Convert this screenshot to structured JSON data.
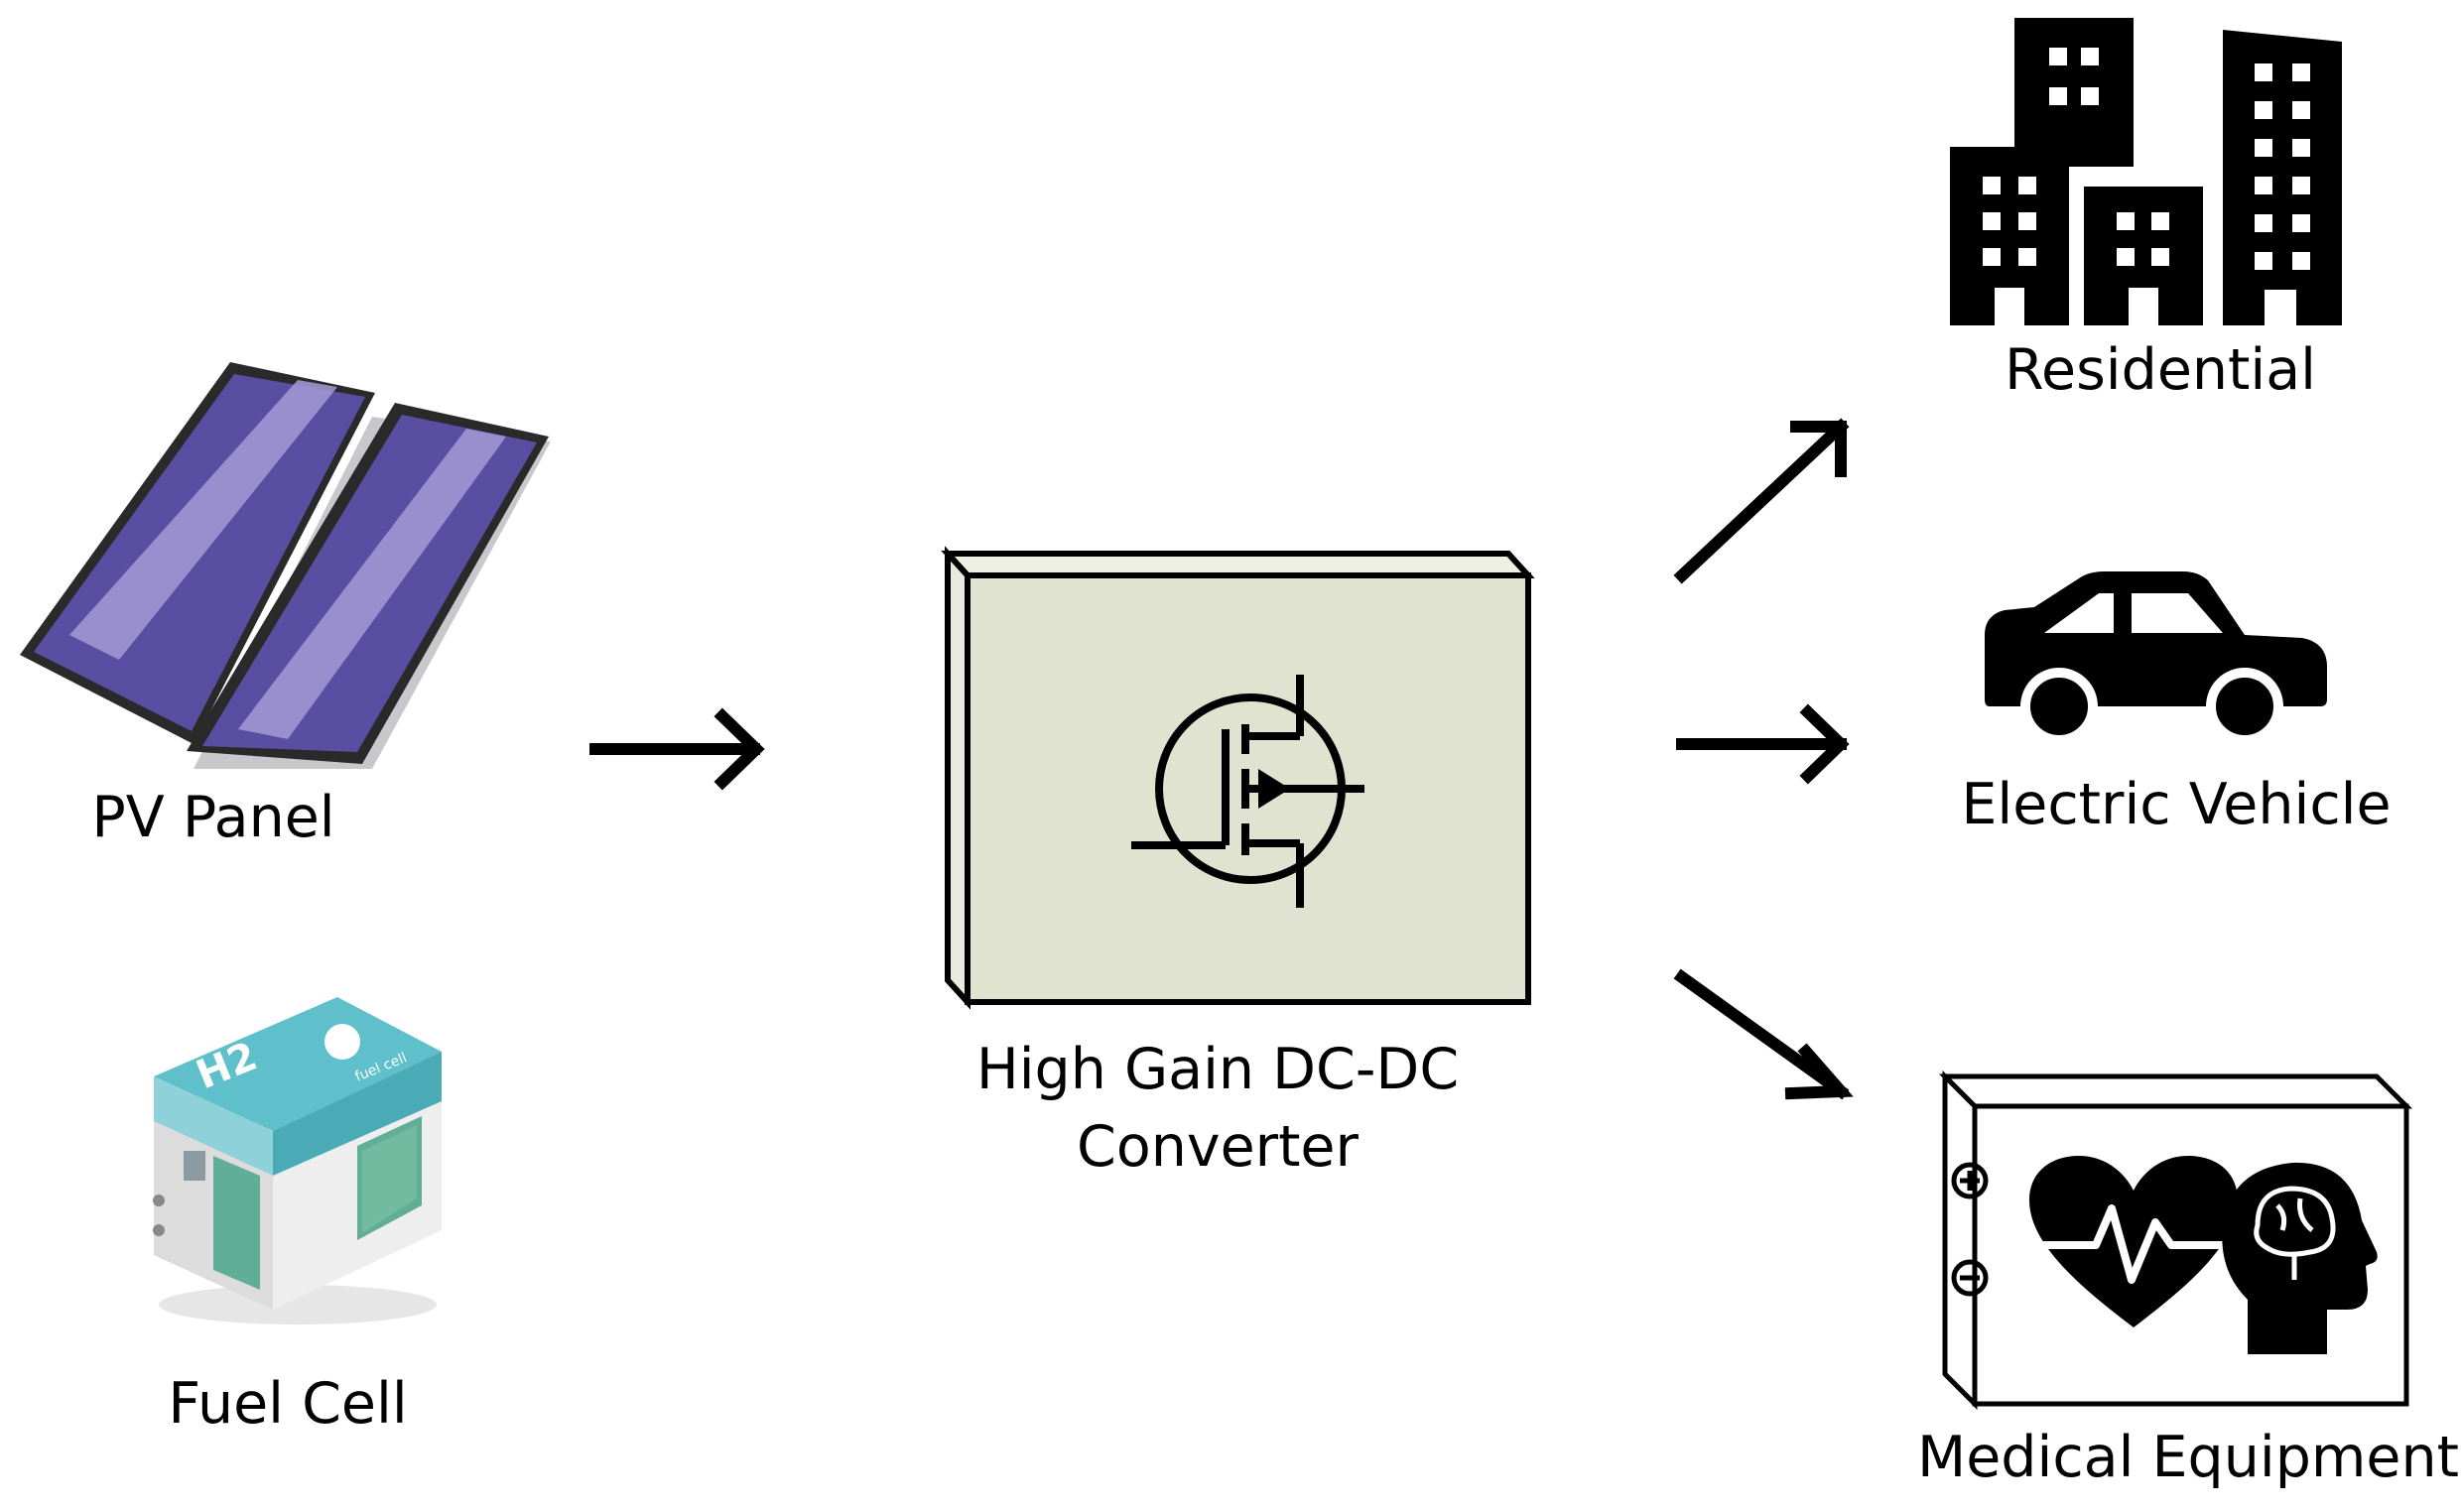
{
  "sources": {
    "pv_panel_label": "PV Panel",
    "fuel_cell_label": "Fuel Cell",
    "fuel_cell_badge_text": "H2",
    "fuel_cell_side_text": "fuel cell"
  },
  "converter": {
    "label_line1": "High Gain DC-DC",
    "label_line2": "Converter"
  },
  "loads": {
    "residential_label": "Residential",
    "ev_label": "Electric Vehicle",
    "medical_label": "Medical Equipment"
  },
  "colors": {
    "pv_cell": "#5a4ea3",
    "pv_highlight": "#a49bd6",
    "converter_face": "#dfe3cf",
    "fuel_cell_roof": "#5fbfca",
    "fuel_cell_glass": "#5fae95",
    "ink": "#000000"
  }
}
